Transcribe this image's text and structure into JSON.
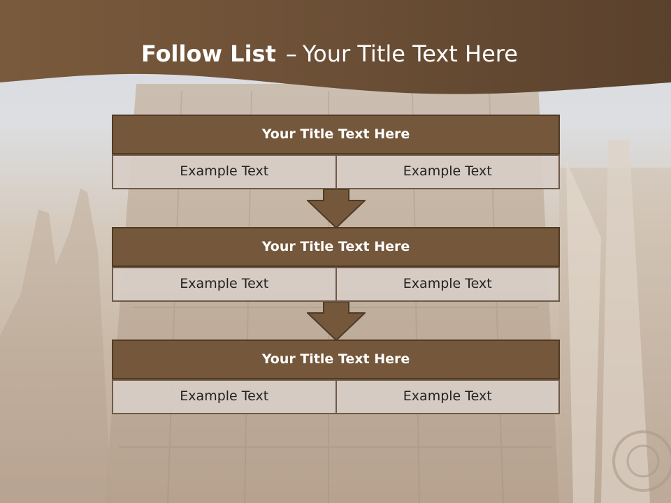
{
  "slide": {
    "title_bold": "Follow List",
    "title_separator": "–",
    "title_rest": "Your Title Text Here"
  },
  "blocks": [
    {
      "title": "Your Title Text Here",
      "cells": [
        "Example Text",
        "Example Text"
      ]
    },
    {
      "title": "Your Title Text Here",
      "cells": [
        "Example Text",
        "Example Text"
      ]
    },
    {
      "title": "Your Title Text Here",
      "cells": [
        "Example Text",
        "Example Text"
      ]
    }
  ],
  "colors": {
    "header_brown": "#6b4f36",
    "block_title_fill": "#75573b",
    "cell_fill": "#d7cdc6",
    "arrow_fill": "#75573b"
  },
  "icons": {
    "flow_arrow": "down-arrow-icon"
  }
}
